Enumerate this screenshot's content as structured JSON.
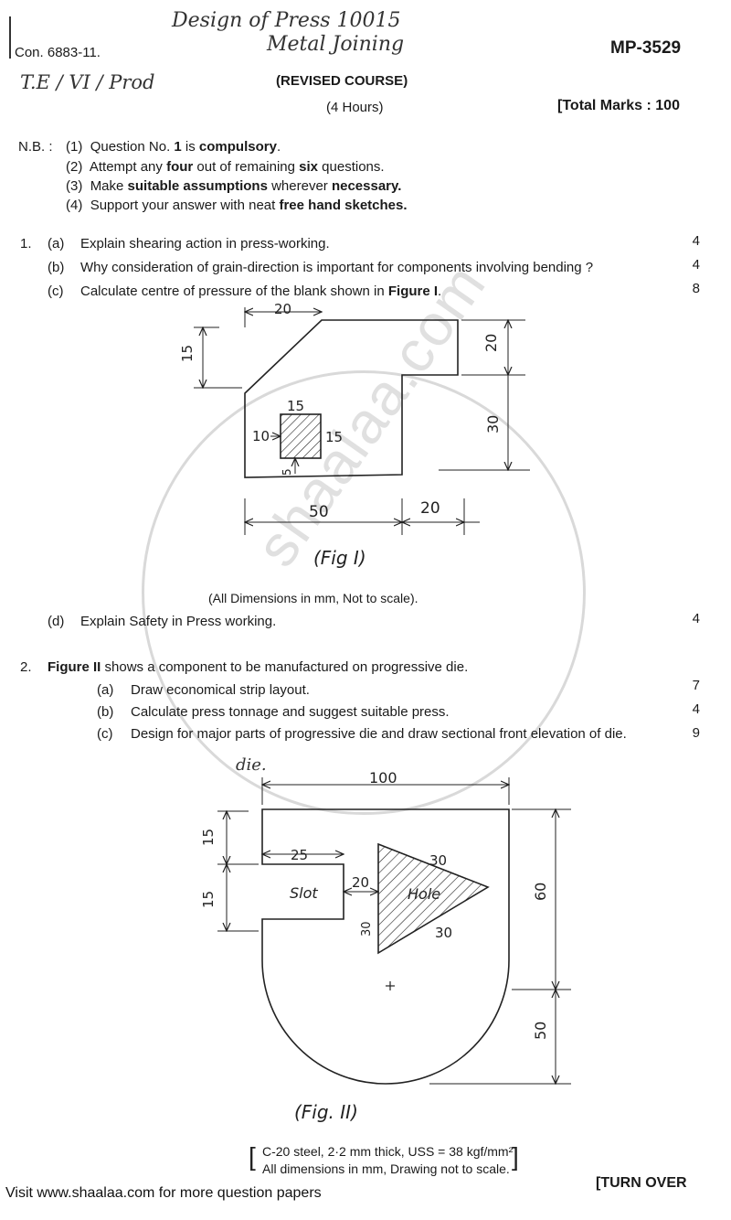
{
  "header": {
    "handwritten_title_1": "Design of Press 10015",
    "handwritten_title_2": "Metal Joining",
    "con": "Con. 6883-11.",
    "code": "MP-3529",
    "handwritten_class": "T.E / VI / Prod",
    "course": "(REVISED COURSE)",
    "hours": "(4 Hours)",
    "total_marks": "[Total Marks : 100"
  },
  "nb": {
    "label": "N.B. :",
    "items": [
      {
        "num": "(1)",
        "pre": "Question No. ",
        "b1": "1",
        "mid": " is ",
        "b2": "compulsory",
        "post": "."
      },
      {
        "num": "(2)",
        "pre": "Attempt any ",
        "b1": "four",
        "mid": " out of remaining ",
        "b2": "six",
        "post": " questions."
      },
      {
        "num": "(3)",
        "pre": "Make ",
        "b1": "suitable assumptions",
        "mid": " wherever ",
        "b2": "necessary.",
        "post": ""
      },
      {
        "num": "(4)",
        "pre": "Support your answer with neat ",
        "b1": "free hand sketches.",
        "mid": "",
        "b2": "",
        "post": ""
      }
    ]
  },
  "q1": {
    "num": "1.",
    "a": {
      "label": "(a)",
      "text": "Explain shearing action in press-working.",
      "marks": "4"
    },
    "b": {
      "label": "(b)",
      "text": "Why consideration of grain-direction is important for components involving bending ?",
      "marks": "4"
    },
    "c": {
      "label": "(c)",
      "text_pre": "Calculate centre of pressure of the blank shown in ",
      "text_bold": "Figure I",
      "text_post": ".",
      "marks": "8"
    },
    "fig_caption": "(Fig I)",
    "fig_note": "(All Dimensions in mm, Not to scale).",
    "d": {
      "label": "(d)",
      "text": "Explain Safety in Press working.",
      "marks": "4"
    },
    "dims": {
      "top": "20",
      "left": "15",
      "right_top": "20",
      "right_bottom": "30",
      "sq_top": "15",
      "sq_left": "10",
      "sq_right": "15",
      "sq_bottom": "5",
      "bottom_left": "50",
      "bottom_right": "20"
    }
  },
  "q2": {
    "num": "2.",
    "intro_bold": "Figure II",
    "intro_rest": " shows a component to be manufactured on progressive die.",
    "a": {
      "label": "(a)",
      "text": "Draw economical strip layout.",
      "marks": "7"
    },
    "b": {
      "label": "(b)",
      "text": "Calculate press tonnage and suggest suitable press.",
      "marks": "4"
    },
    "c": {
      "label": "(c)",
      "text": "Design for major parts of progressive die and draw sectional front elevation of die.",
      "marks": "9"
    },
    "handwritten_die": "die.",
    "fig_caption": "(Fig. II)",
    "note_1": "C-20 steel, 2·2 mm thick, USS = 38 kgf/mm²",
    "note_2": "All dimensions in mm, Drawing not to scale.",
    "dims": {
      "top": "100",
      "left_top": "15",
      "left_bottom": "15",
      "slot_len": "25",
      "slot_label": "Slot",
      "gap": "20",
      "tri_top": "30",
      "tri_left": "30",
      "tri_bottom": "30",
      "hole_label": "Hole",
      "right_top": "60",
      "right_bottom": "50"
    }
  },
  "footer": {
    "turn_over": "[TURN OVER",
    "visit": "Visit www.shaalaa.com for more question papers"
  },
  "watermark": "shaalaa.com"
}
